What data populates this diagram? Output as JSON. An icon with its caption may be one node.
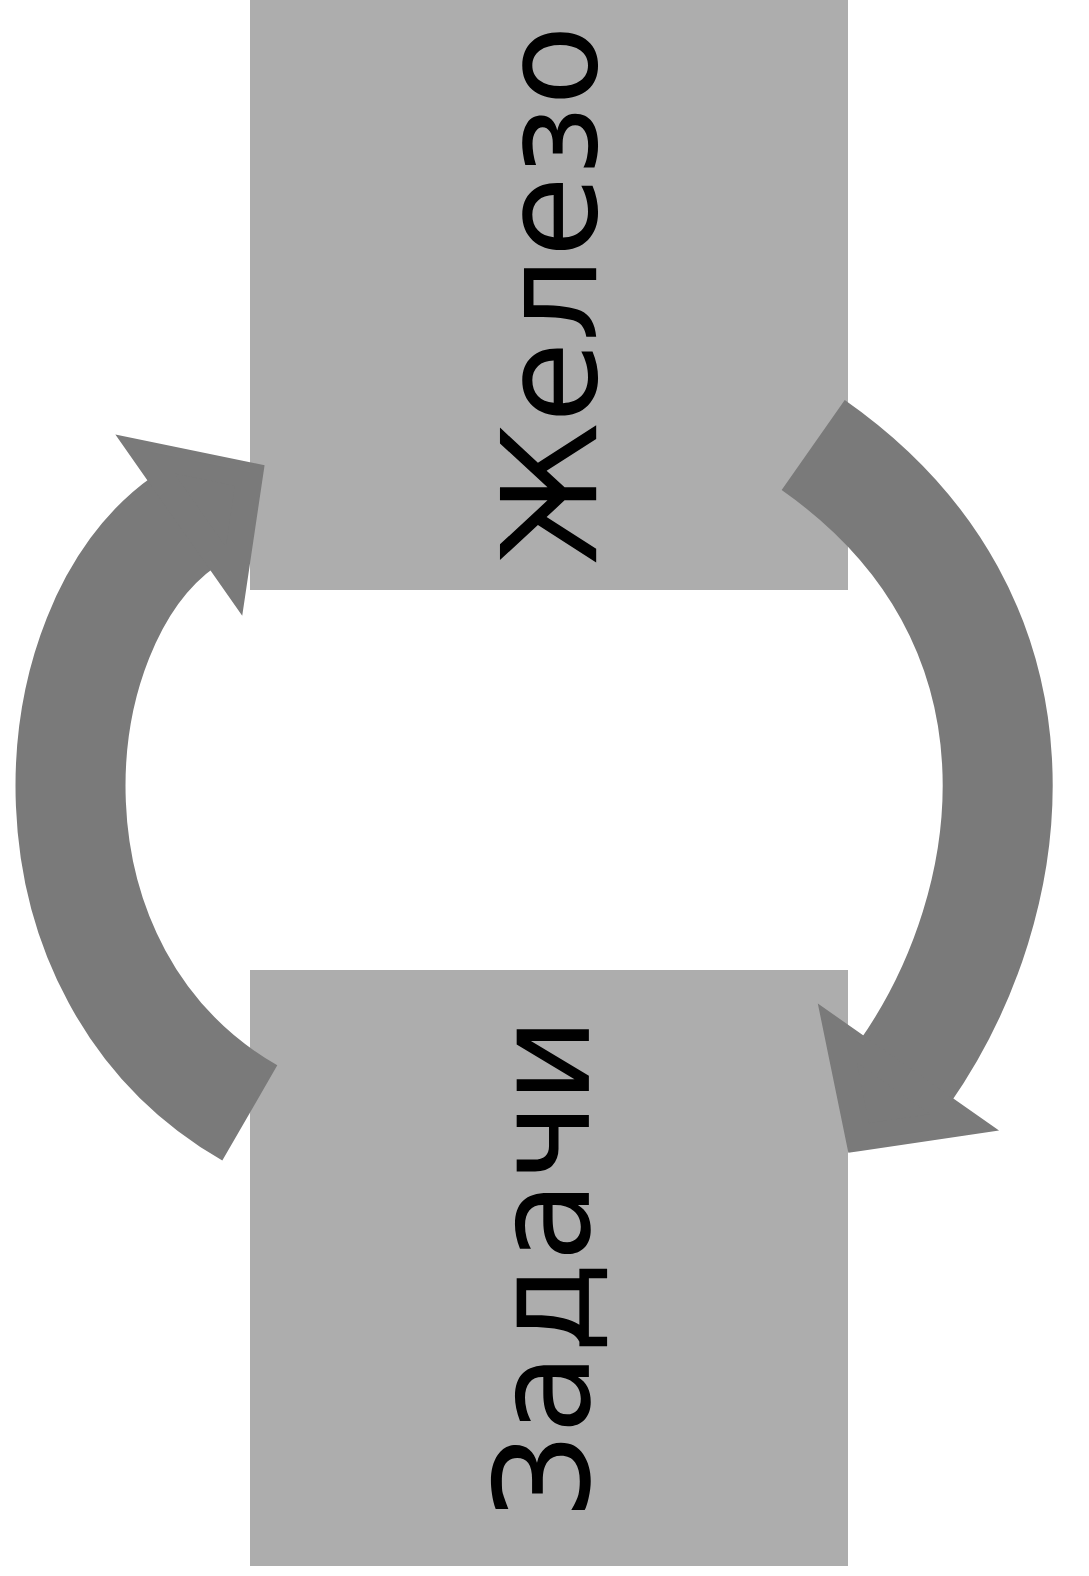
{
  "diagram": {
    "nodes": [
      {
        "text": [
          "Железо"
        ]
      },
      {
        "text": [
          "Задачи"
        ]
      }
    ],
    "edges": [
      {
        "from": 0,
        "to": 1,
        "arrow": "to"
      },
      {
        "from": 1,
        "to": 0,
        "arrow": "to"
      }
    ]
  }
}
